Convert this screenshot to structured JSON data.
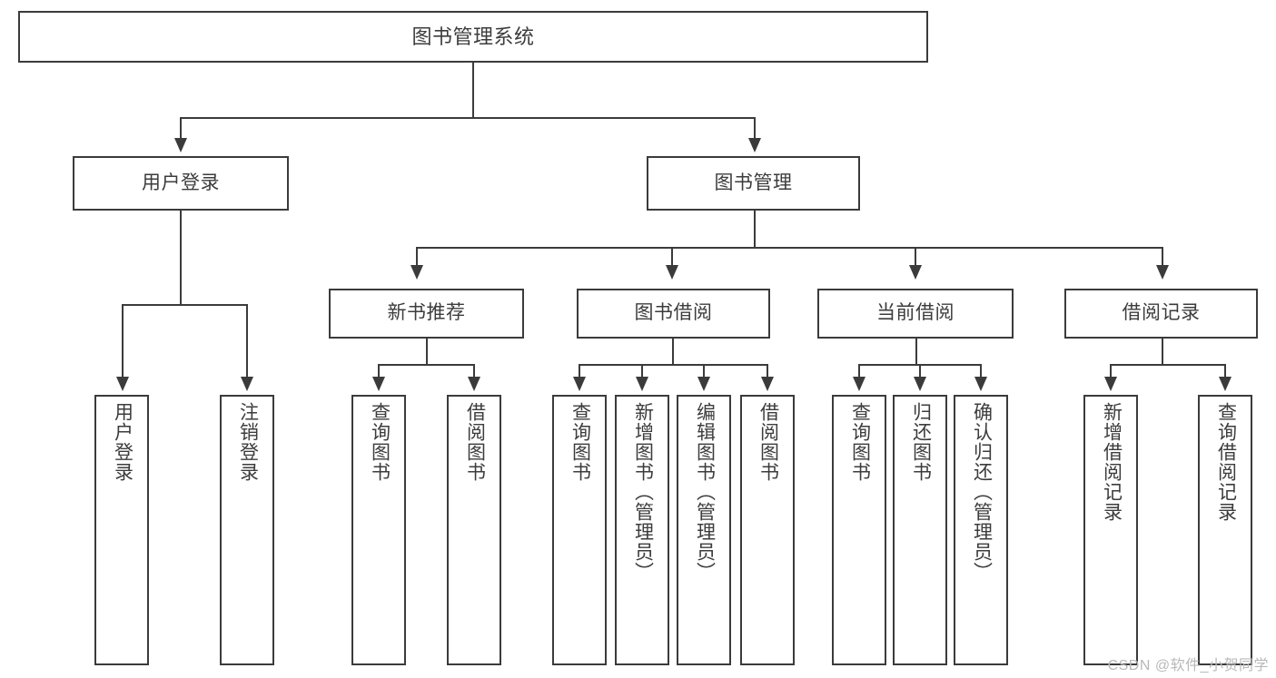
{
  "diagram": {
    "title": "图书管理系统",
    "type": "功能结构图",
    "root": {
      "label": "图书管理系统"
    },
    "level1": [
      {
        "label": "用户登录"
      },
      {
        "label": "图书管理"
      }
    ],
    "level2": [
      {
        "label": "新书推荐"
      },
      {
        "label": "图书借阅"
      },
      {
        "label": "当前借阅"
      },
      {
        "label": "借阅记录"
      }
    ],
    "leaves": {
      "user_login": [
        {
          "label": "用户登录"
        },
        {
          "label": "注销登录"
        }
      ],
      "new_book_recommend": [
        {
          "label": "查询图书"
        },
        {
          "label": "借阅图书"
        }
      ],
      "book_borrow": [
        {
          "label": "查询图书"
        },
        {
          "label": "新增图书（管理员）"
        },
        {
          "label": "编辑图书（管理员）"
        },
        {
          "label": "借阅图书"
        }
      ],
      "current_borrow": [
        {
          "label": "查询图书"
        },
        {
          "label": "归还图书"
        },
        {
          "label": "确认归还（管理员）"
        }
      ],
      "borrow_record": [
        {
          "label": "新增借阅记录"
        },
        {
          "label": "查询借阅记录"
        }
      ]
    }
  },
  "watermark": {
    "text": "CSDN @软件_小贺同学"
  },
  "colors": {
    "stroke": "#3b3b3b",
    "text": "#3c3c3c",
    "background": "#ffffff",
    "watermark": "#b9b9b9"
  }
}
